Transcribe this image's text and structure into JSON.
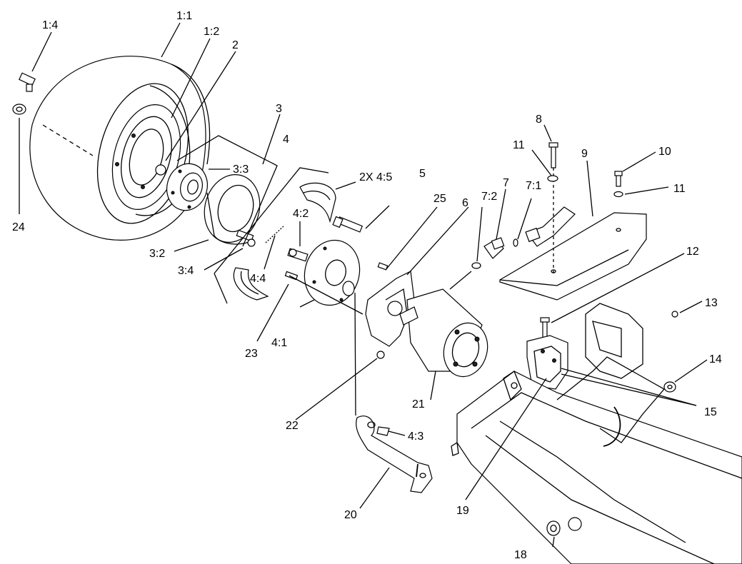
{
  "callouts": {
    "c1_1": "1:1",
    "c1_2": "1:2",
    "c1_4": "1:4",
    "c2": "2",
    "c3": "3",
    "c3_2": "3:2",
    "c3_3": "3:3",
    "c3_4": "3:4",
    "c4": "4",
    "c4_1": "4:1",
    "c4_2": "4:2",
    "c4_3": "4:3",
    "c4_4": "4:4",
    "c2x4_5": "2X 4:5",
    "c5": "5",
    "c6": "6",
    "c7": "7",
    "c7_1": "7:1",
    "c7_2": "7:2",
    "c8": "8",
    "c9": "9",
    "c10": "10",
    "c11a": "11",
    "c11b": "11",
    "c12": "12",
    "c13": "13",
    "c14": "14",
    "c15": "15",
    "c18": "18",
    "c19": "19",
    "c20": "20",
    "c21": "21",
    "c22": "22",
    "c23": "23",
    "c24": "24",
    "c25": "25"
  }
}
